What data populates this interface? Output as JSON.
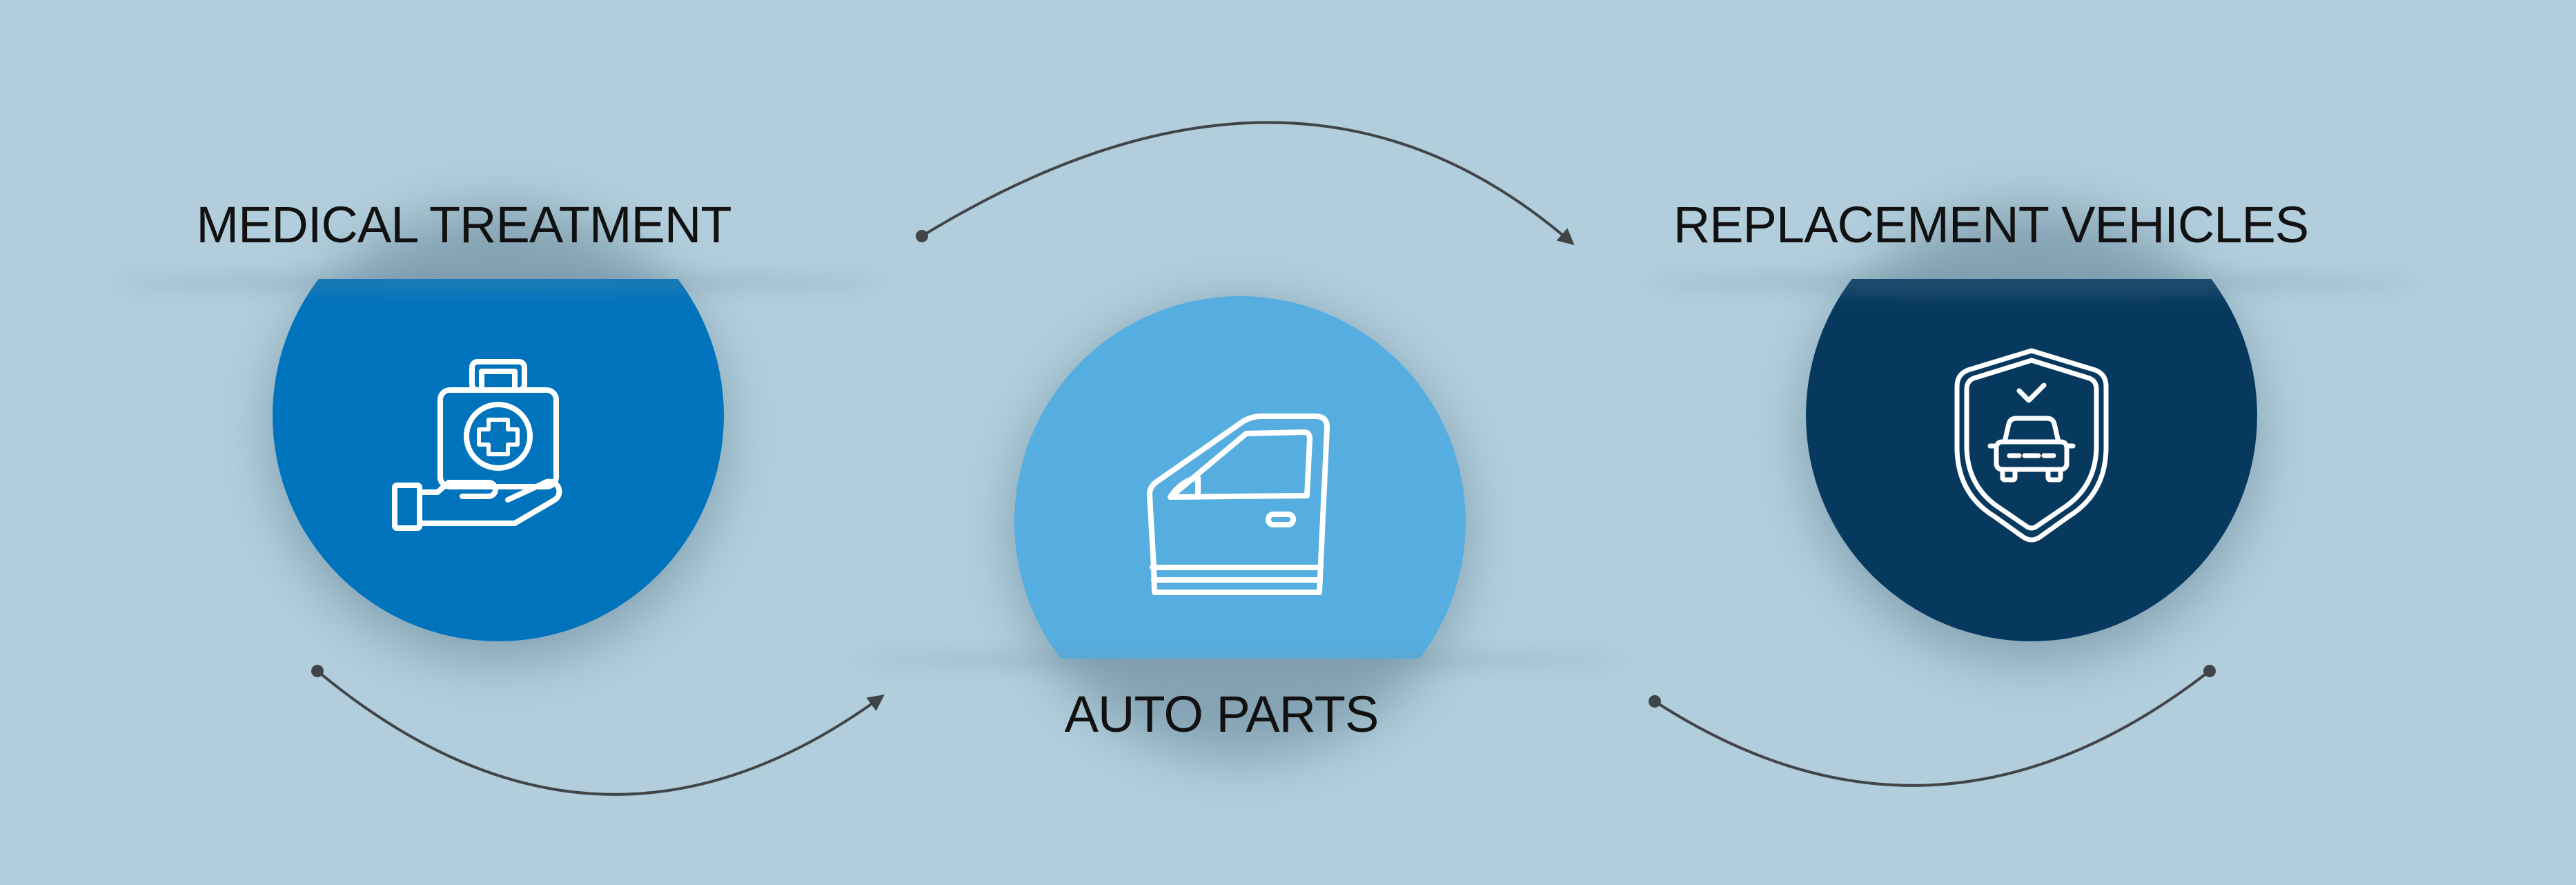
{
  "nodes": [
    {
      "id": "medical",
      "label": "MEDICAL TREATMENT",
      "icon": "medical-kit-hand-icon",
      "color": "#0073bd"
    },
    {
      "id": "auto",
      "label": "AUTO PARTS",
      "icon": "car-door-icon",
      "color": "#56aee0"
    },
    {
      "id": "replacement",
      "label": "REPLACEMENT VEHICLES",
      "icon": "car-shield-check-icon",
      "color": "#07395f"
    }
  ],
  "colors": {
    "background": "#b2cedc",
    "connector": "#404548",
    "icon_stroke": "#ffffff",
    "text": "#111111"
  }
}
